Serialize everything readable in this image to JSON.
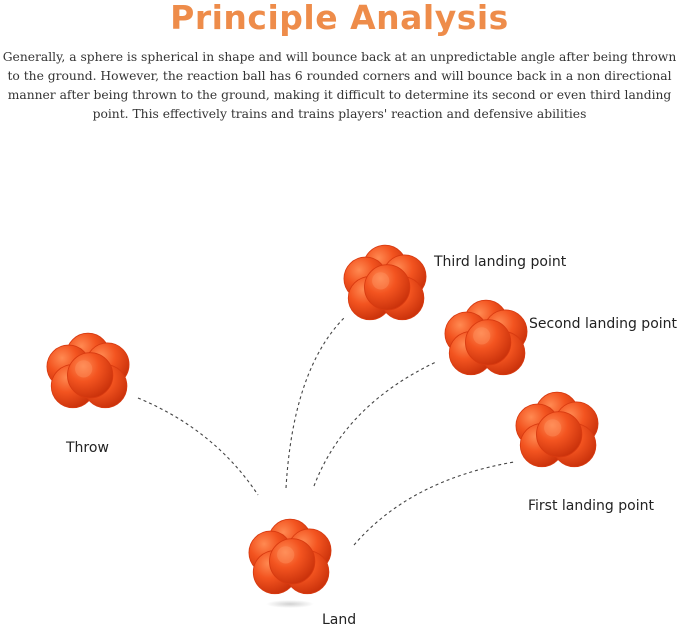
{
  "heading": {
    "title": "Principle Analysis",
    "description": "Generally, a sphere is spherical in shape and will bounce back at an unpredictable angle after being thrown to the ground. However, the reaction ball has 6 rounded corners and will bounce back in a non directional manner after being thrown to the ground, making it difficult to determine its second or even third landing point. This effectively trains and trains players' reaction and defensive abilities",
    "title_color": "#ee8c4a"
  },
  "diagram": {
    "ball_color": "#f04a1a",
    "labels": {
      "throw": "Throw",
      "land": "Land",
      "first": "First landing point",
      "second": "Second landing point",
      "third": "Third landing point"
    }
  }
}
